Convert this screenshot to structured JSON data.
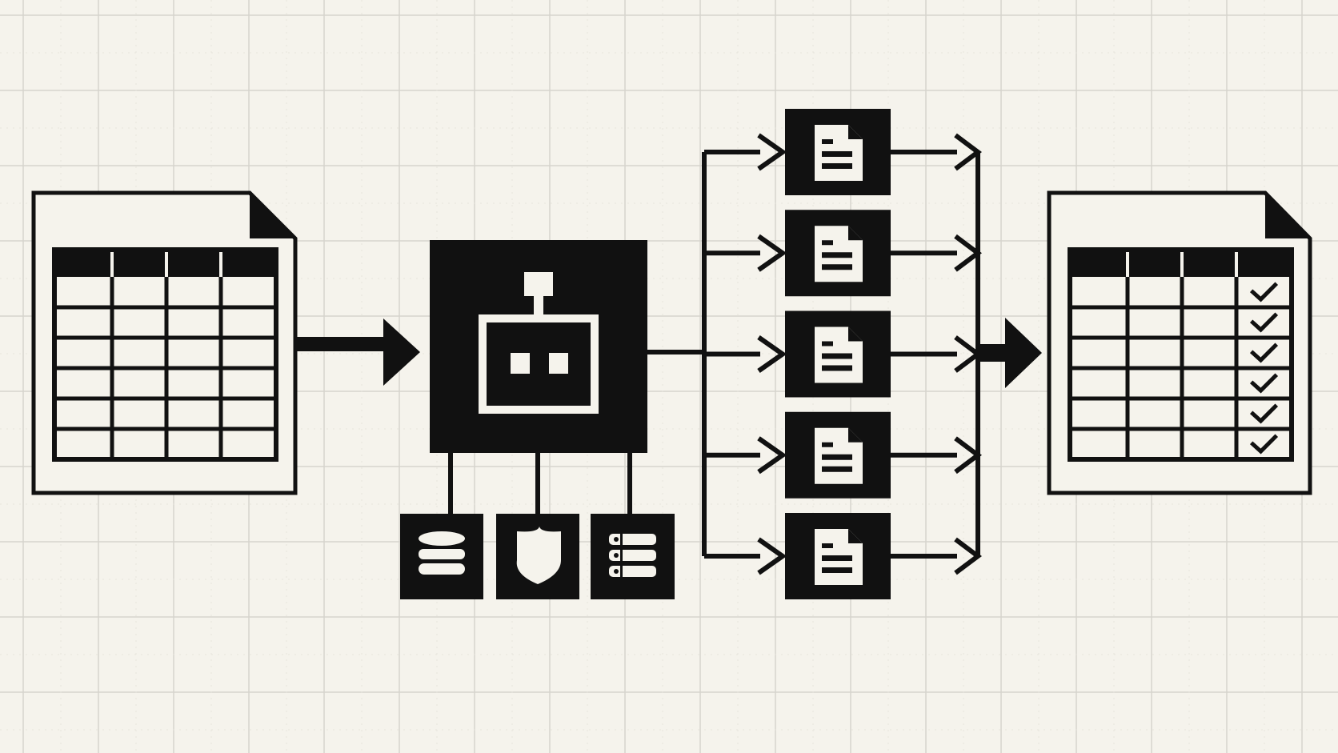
{
  "colors": {
    "background": "#f5f3ec",
    "grid_major": "#d6d4cd",
    "grid_minor": "#e6e4dd",
    "ink": "#111111",
    "paper": "#f5f3ec"
  },
  "icons": {
    "input_file": "spreadsheet-file-icon",
    "agent": "robot-icon",
    "tools": [
      "database-icon",
      "shield-icon",
      "list-icon"
    ],
    "outputs": "document-icon",
    "result_file": "checked-spreadsheet-file-icon",
    "check": "checkmark-icon"
  },
  "diagram": {
    "input_table": {
      "columns": 4,
      "rows": 6
    },
    "agent_tools_count": 3,
    "parallel_documents_count": 5,
    "result_table": {
      "columns": 4,
      "rows": 6,
      "checked_column": 4,
      "checked_rows": 6
    }
  }
}
